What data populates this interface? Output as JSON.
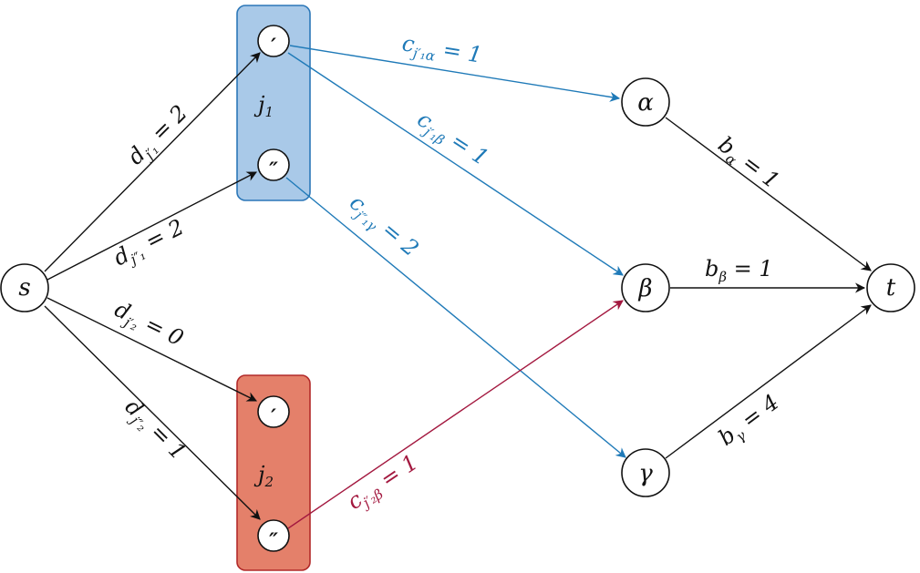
{
  "colors": {
    "black": "#111111",
    "blue": "#1f7ab8",
    "red": "#a3183f",
    "group_j1_fill": "#a9c9e8",
    "group_j1_stroke": "#2c77b8",
    "group_j2_fill": "#e4806a",
    "group_j2_stroke": "#b22a2a"
  },
  "nodes": {
    "s": "s",
    "t": "t",
    "alpha": "α",
    "beta": "β",
    "gamma": "γ",
    "j1_prime": "′",
    "j1_double": "″",
    "j2_prime": "′",
    "j2_double": "″"
  },
  "groups": {
    "j1": {
      "name": "j",
      "index": "1"
    },
    "j2": {
      "name": "j",
      "index": "2"
    }
  },
  "edges": {
    "s_j1p": {
      "sym": "d",
      "sub": "j′₁",
      "rhs": " = 2"
    },
    "s_j1pp": {
      "sym": "d",
      "sub": "j″₁",
      "rhs": " = 2"
    },
    "s_j2p": {
      "sym": "d",
      "sub": "j′₂",
      "rhs": " = 0"
    },
    "s_j2pp": {
      "sym": "d",
      "sub": "j″₂",
      "rhs": " = 1"
    },
    "j1p_alpha": {
      "sym": "c",
      "sub": "j′₁α",
      "rhs": " = 1"
    },
    "j1p_beta": {
      "sym": "c",
      "sub": "j′₁β",
      "rhs": " = 1"
    },
    "j1pp_gamma": {
      "sym": "c",
      "sub": "j″₁γ",
      "rhs": " = 2"
    },
    "j2pp_beta": {
      "sym": "c",
      "sub": "j′₂β",
      "rhs": " = 1"
    },
    "alpha_t": {
      "sym": "b",
      "sub": "α",
      "rhs": " = 1"
    },
    "beta_t": {
      "sym": "b",
      "sub": "β",
      "rhs": " = 1"
    },
    "gamma_t": {
      "sym": "b",
      "sub": "γ",
      "rhs": " = 4"
    }
  }
}
